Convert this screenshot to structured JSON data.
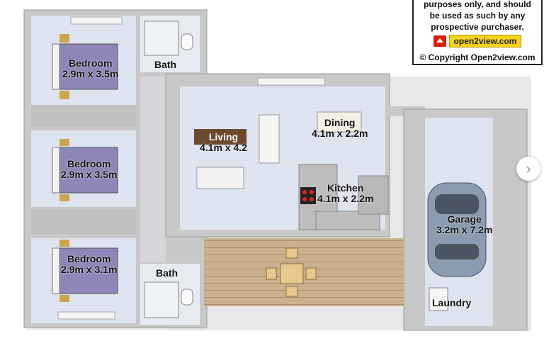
{
  "notice": {
    "line1": "purposes only, and should",
    "line2": "be used as such by any",
    "line3": "prospective purchaser.",
    "brand": "open2view.com",
    "copyright": "© Copyright Open2view.com"
  },
  "rooms": {
    "bedroom1": {
      "name": "Bedroom",
      "dims": "2.9m x 3.5m"
    },
    "bath1": {
      "name": "Bath"
    },
    "bedroom2": {
      "name": "Bedroom",
      "dims": "2.9m x 3.5m"
    },
    "bedroom3": {
      "name": "Bedroom",
      "dims": "2.9m x 3.1m"
    },
    "bath2": {
      "name": "Bath"
    },
    "living": {
      "name": "Living",
      "dims": "4.1m x 4.2"
    },
    "dining": {
      "name": "Dining",
      "dims": "4.1m x 2.2m"
    },
    "kitchen": {
      "name": "Kitchen",
      "dims": "4.1m x 2.2m"
    },
    "garage": {
      "name": "Garage",
      "dims": "3.2m x 7.2m"
    },
    "laundry": {
      "name": "Laundry"
    }
  },
  "nav": {
    "next_glyph": "›"
  },
  "colors": {
    "floor": "#dde3ef",
    "wall": "#cfcfcf",
    "deck": "#c7b08e",
    "bed": "#8e86b8"
  }
}
